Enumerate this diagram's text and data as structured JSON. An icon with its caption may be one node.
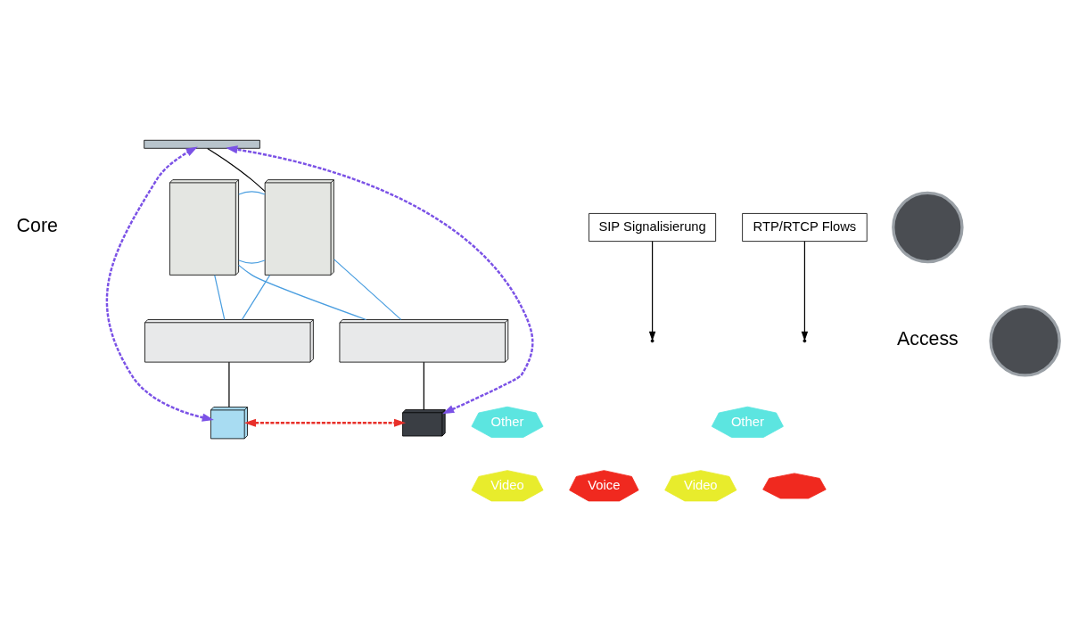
{
  "diagram": {
    "nodes": [
      {
        "text": [],
        "shape": "bar"
      },
      {
        "text": [],
        "shape": "box"
      },
      {
        "text": [],
        "shape": "box"
      },
      {
        "text": [
          "SIP Signalisierung"
        ]
      },
      {
        "text": [
          "RTP/RTCP Flows"
        ]
      },
      {
        "text": [],
        "shape": "circle"
      },
      {
        "text": [],
        "shape": "box"
      },
      {
        "text": [],
        "shape": "box"
      },
      {
        "text": [],
        "shape": "circle"
      },
      {
        "text": [
          "Other"
        ]
      },
      {
        "text": [
          "Video"
        ]
      },
      {
        "text": [
          "Voice"
        ]
      },
      {
        "text": [],
        "shape": "box"
      },
      {
        "text": [],
        "shape": "box"
      },
      {
        "text": [
          "Other"
        ]
      },
      {
        "text": [
          "Video"
        ]
      },
      {
        "text": [],
        "shape": "gear"
      }
    ],
    "edges": [
      {
        "from": 0,
        "to": 2,
        "arrow": "none",
        "color": "#000000"
      },
      {
        "from": 1,
        "to": 2,
        "arrow": "none"
      },
      {
        "from": 1,
        "to": 2,
        "arrow": "none"
      },
      {
        "from": 1,
        "to": 6,
        "arrow": "none"
      },
      {
        "from": 1,
        "to": 7,
        "arrow": "none"
      },
      {
        "from": 2,
        "to": 6,
        "arrow": "none"
      },
      {
        "from": 2,
        "to": 7,
        "arrow": "none"
      },
      {
        "from": 6,
        "to": 12,
        "arrow": "none",
        "color": "#000000"
      },
      {
        "from": 7,
        "to": 13,
        "arrow": "none",
        "color": "#000000"
      },
      {
        "from": 12,
        "to": 0,
        "arrow": "both",
        "style": "dashed",
        "color": "#7b52e6"
      },
      {
        "from": 13,
        "to": 0,
        "arrow": "both",
        "style": "dashed",
        "color": "#7b52e6"
      },
      {
        "from": 12,
        "to": 13,
        "arrow": "both",
        "style": "dashed",
        "color": "#e8302a"
      },
      {
        "from": 3,
        "to": null,
        "arrow": "to",
        "color": "#000000"
      },
      {
        "from": 4,
        "to": null,
        "arrow": "to",
        "color": "#000000"
      }
    ],
    "labels": [
      "Core",
      "Access"
    ]
  }
}
